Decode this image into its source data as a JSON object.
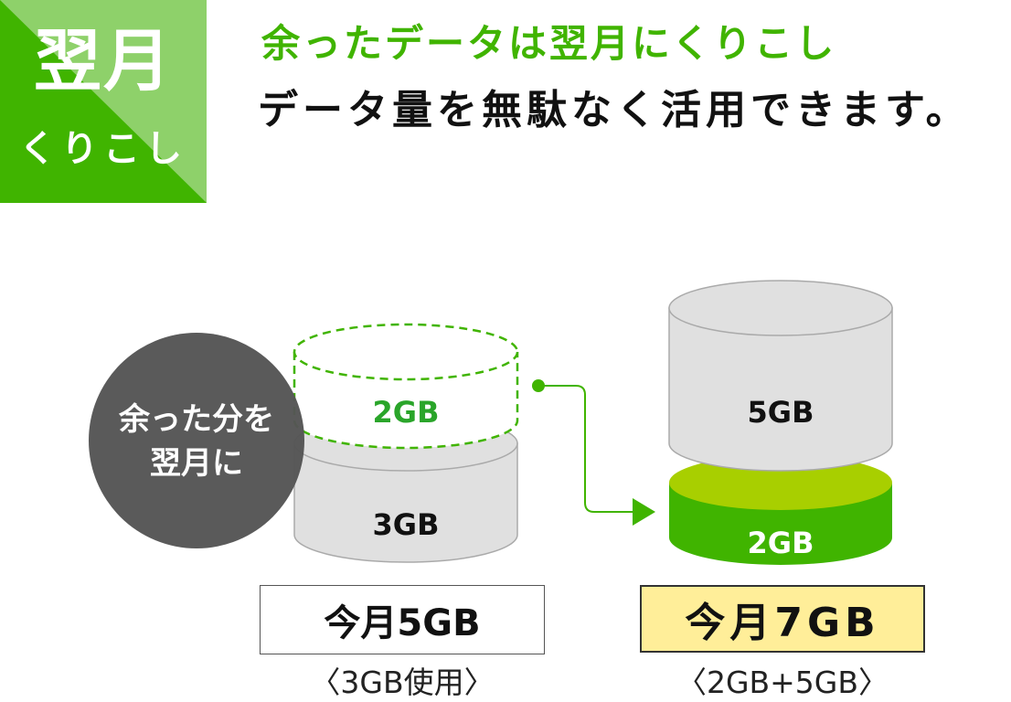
{
  "badge": {
    "title": "翌月",
    "subtitle": "くりこし"
  },
  "headline": {
    "line1": "余ったデータは翌月にくりこし",
    "line2": "データ量を無駄なく活用できます。"
  },
  "callout": {
    "line1": "余った分を",
    "line2": "翌月に"
  },
  "this_month": {
    "carried_label": "2GB",
    "used_label": "3GB",
    "total_label": "今月5GB",
    "note": "〈3GB使用〉"
  },
  "next_month": {
    "base_label": "5GB",
    "carried_label": "2GB",
    "total_label": "今月7GB",
    "note": "〈2GB+5GB〉"
  },
  "colors": {
    "green": "#40b400",
    "green_light": "#8ed16a",
    "lime_top": "#a8cf00",
    "gray_cylinder": "#e0e0e0",
    "callout_circle": "#555555",
    "highlight_box": "#ffee99"
  }
}
